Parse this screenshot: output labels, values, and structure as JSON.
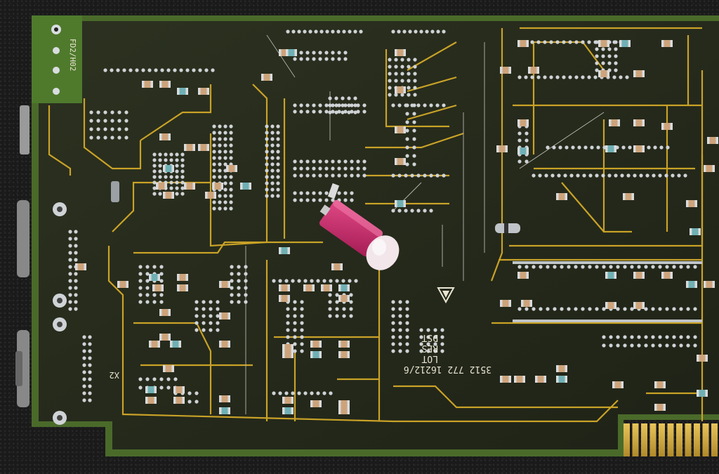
{
  "board": {
    "edge_label": "FD2/H02",
    "connector_label": "X2",
    "marking_line1": "3512 772 16212/6",
    "marking_line2": "LOT",
    "marking_line3": "RES",
    "marking_line4": "DST"
  },
  "colors": {
    "solder_mask": "#262a1c",
    "board_edge_green": "#4a6a2a",
    "trace_gold": "#c9a227",
    "pad_silver": "#cfd3d6",
    "component_body": "#c8a070",
    "relay_pink": "#d03070",
    "background_foam": "#1a1a1a"
  }
}
